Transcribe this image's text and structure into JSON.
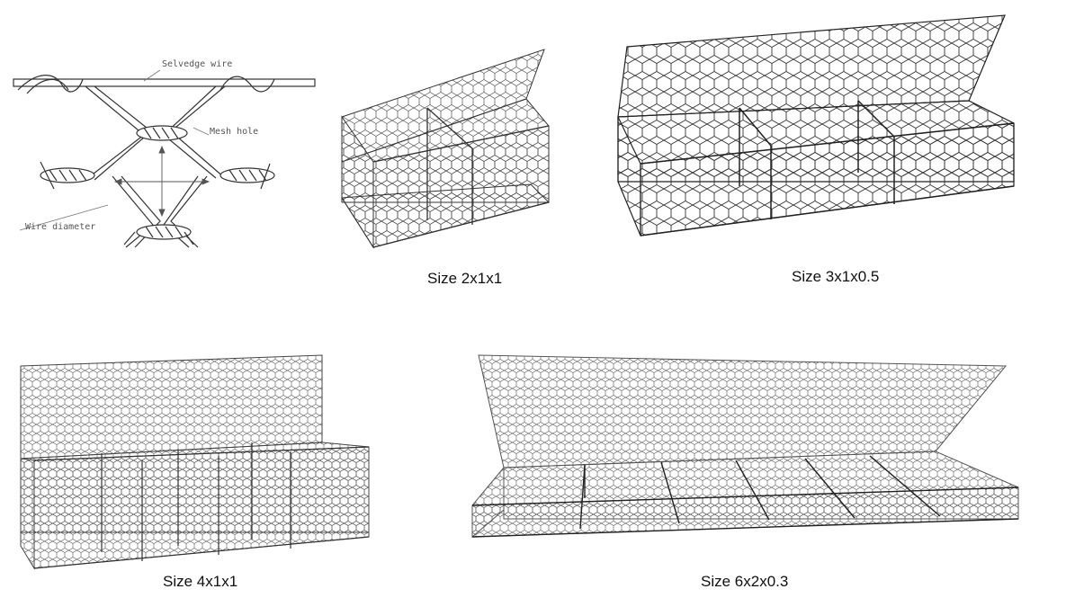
{
  "diagram": {
    "labels": {
      "selvedge_wire": "Selvedge wire",
      "mesh_hole": "Mesh hole",
      "wire_diameter": "Wire diameter"
    }
  },
  "gabions": [
    {
      "id": "g1",
      "caption": "Size 2x1x1",
      "compartments": 2
    },
    {
      "id": "g2",
      "caption": "Size 3x1x0.5",
      "compartments": 3
    },
    {
      "id": "g3",
      "caption": "Size 4x1x1",
      "compartments": 4
    },
    {
      "id": "g4",
      "caption": "Size 6x2x0.3",
      "compartments": 6
    }
  ],
  "colors": {
    "wire": "#333333",
    "mesh": "#555555",
    "text": "#111111"
  }
}
